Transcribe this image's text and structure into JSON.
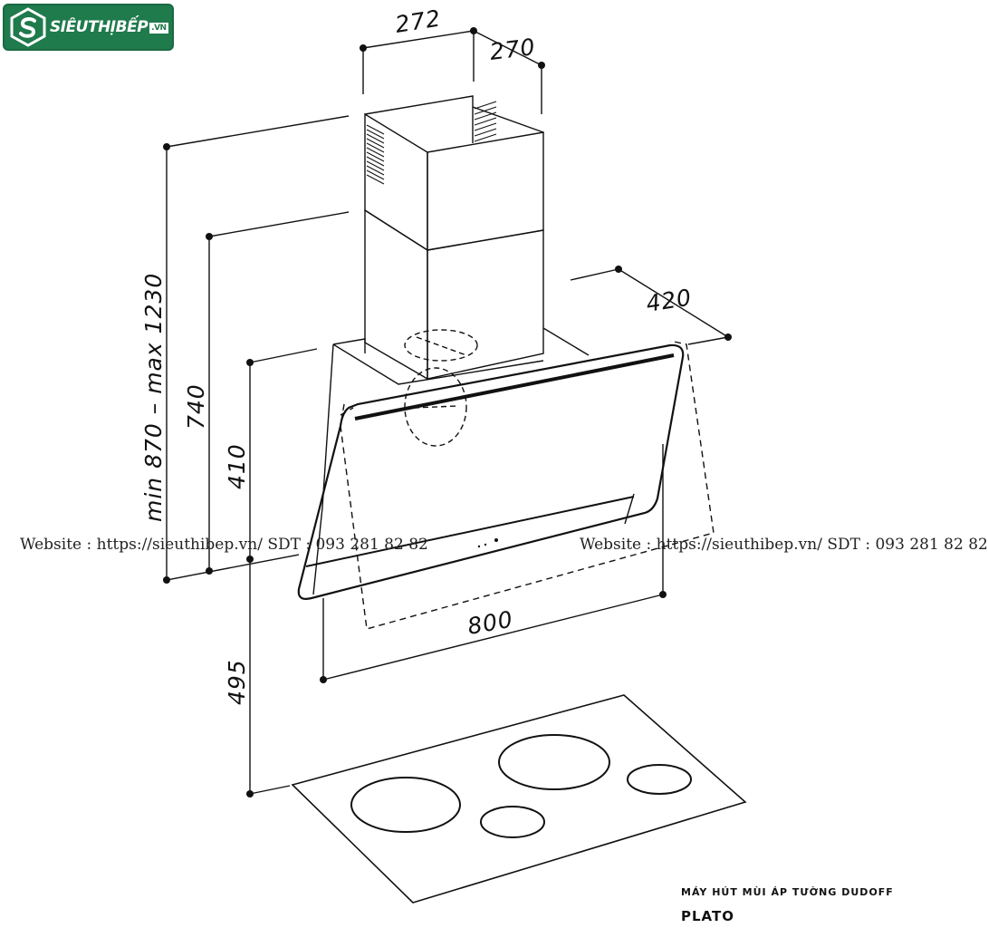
{
  "logo": {
    "name": "SIÊUTHỊBẾP",
    "tld": ".VN"
  },
  "dimensions": {
    "width_272": "272",
    "depth_270": "270",
    "height_range": "min 870 – max 1230",
    "height_740": "740",
    "height_410": "410",
    "depth_420": "420",
    "width_800": "800",
    "clearance_495": "495"
  },
  "watermark": {
    "text_1": "Website : https://sieuthibep.vn/    SDT : 093 281 82 82",
    "text_2": "Website : https://sieuthibep.vn/ SDT : 093 281 82 82"
  },
  "caption": "MÁY HÚT MÙI ÁP TƯỜNG DUDOFF",
  "model": "PLATO"
}
